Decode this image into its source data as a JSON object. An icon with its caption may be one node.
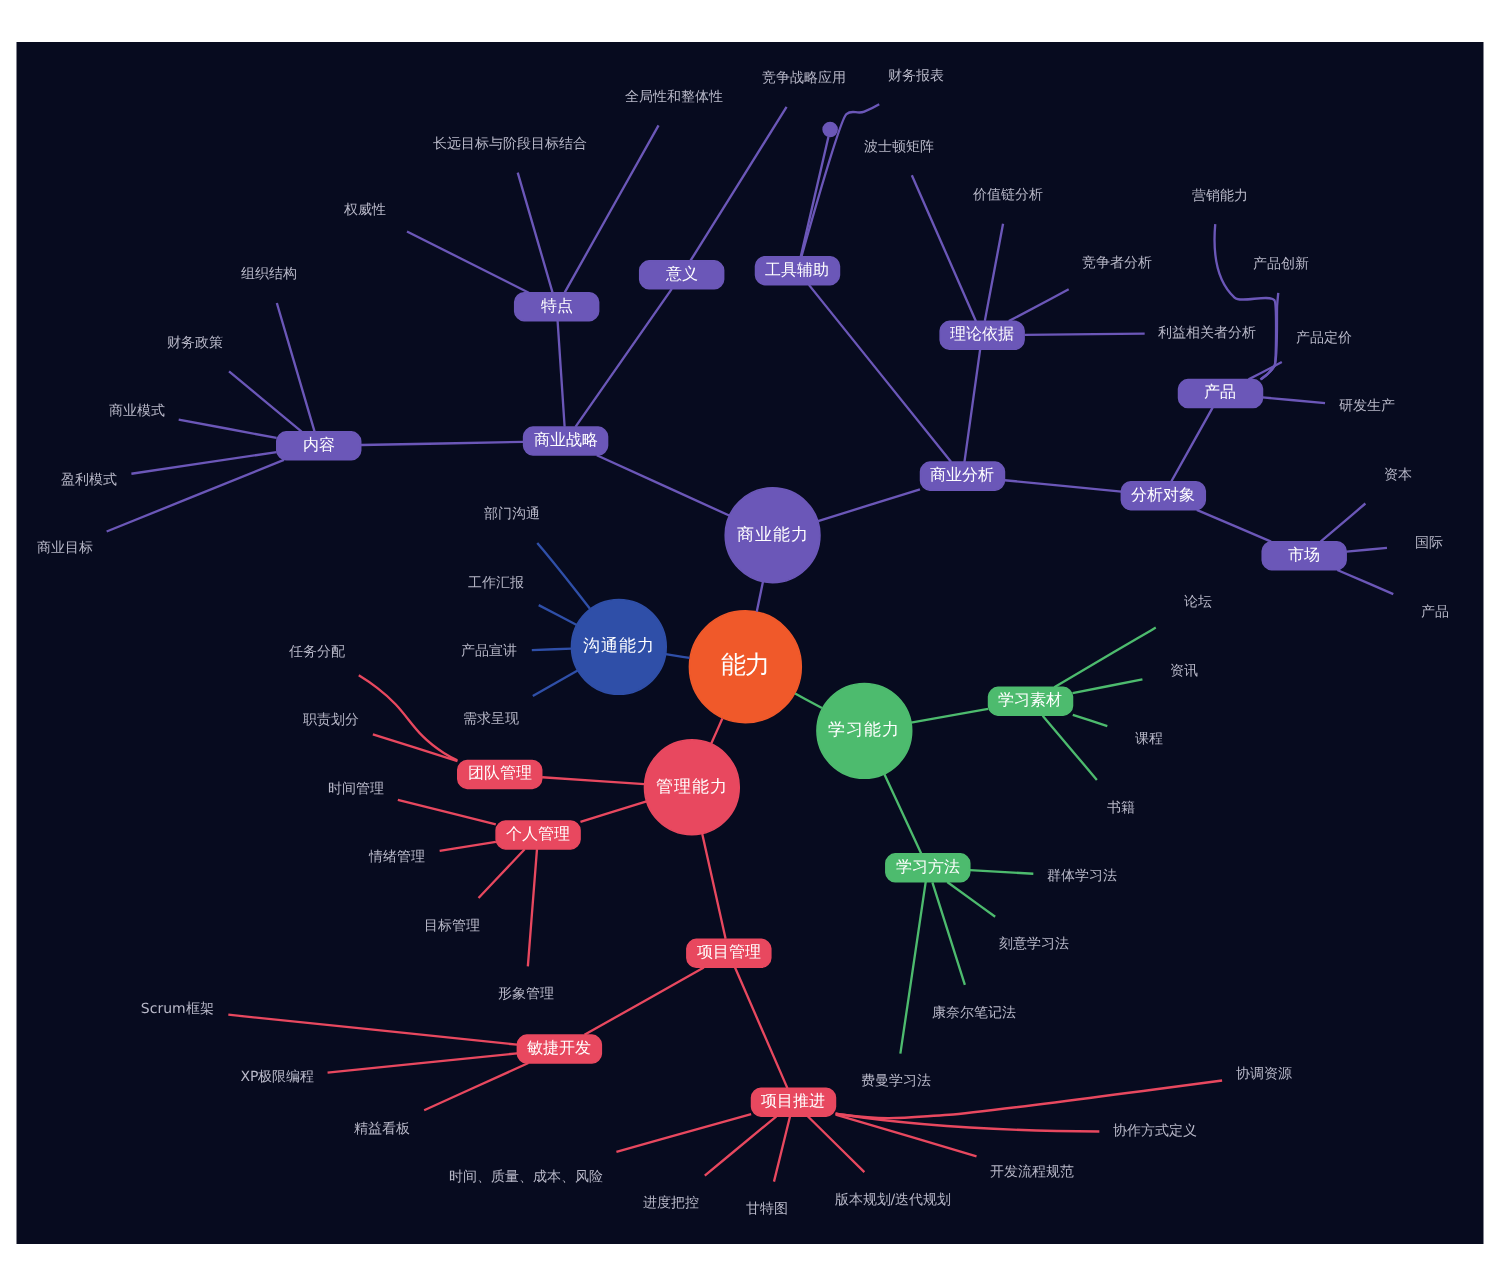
{
  "diagram": {
    "nodes": [
      {
        "text": [
          "能力"
        ]
      },
      {
        "text": [
          "商业能力"
        ]
      },
      {
        "text": [
          "商业分析"
        ]
      },
      {
        "text": [
          "分析对象"
        ]
      },
      {
        "text": [
          "市场"
        ]
      },
      {
        "text": [
          "产品"
        ]
      },
      {
        "text": [
          "国际"
        ]
      },
      {
        "text": [
          "资本"
        ]
      },
      {
        "text": [
          "产品"
        ]
      },
      {
        "text": [
          "研发生产"
        ]
      },
      {
        "text": [
          "产品定价"
        ]
      },
      {
        "text": [
          "产品创新"
        ]
      },
      {
        "text": [
          "营销能力"
        ]
      },
      {
        "text": [
          "理论依据"
        ]
      },
      {
        "text": [
          "利益相关者分析"
        ]
      },
      {
        "text": [
          "竞争者分析"
        ]
      },
      {
        "text": [
          "价值链分析"
        ]
      },
      {
        "text": [
          "波士顿矩阵"
        ]
      },
      {
        "text": [
          "工具辅助"
        ]
      },
      {
        "text": [],
        "shape": "circle"
      },
      {
        "text": [
          "财务报表"
        ]
      },
      {
        "text": [
          "商业战略"
        ]
      },
      {
        "text": [
          "意义"
        ]
      },
      {
        "text": [
          "竞争战略应用"
        ]
      },
      {
        "text": [
          "特点"
        ]
      },
      {
        "text": [
          "全局性和整体性"
        ]
      },
      {
        "text": [
          "长远目标与阶段目标结合"
        ]
      },
      {
        "text": [
          "权威性"
        ]
      },
      {
        "text": [
          "内容"
        ]
      },
      {
        "text": [
          "组织结构"
        ]
      },
      {
        "text": [
          "财务政策"
        ]
      },
      {
        "text": [
          "商业模式"
        ]
      },
      {
        "text": [
          "盈利模式"
        ]
      },
      {
        "text": [
          "商业目标"
        ]
      },
      {
        "text": [
          "沟通能力"
        ]
      },
      {
        "text": [
          "部门沟通"
        ]
      },
      {
        "text": [
          "工作汇报"
        ]
      },
      {
        "text": [
          "产品宣讲"
        ]
      },
      {
        "text": [
          "需求呈现"
        ]
      },
      {
        "text": [
          "管理能力"
        ]
      },
      {
        "text": [
          "团队管理"
        ]
      },
      {
        "text": [
          "任务分配"
        ]
      },
      {
        "text": [
          "职责划分"
        ]
      },
      {
        "text": [
          "个人管理"
        ]
      },
      {
        "text": [
          "时间管理"
        ]
      },
      {
        "text": [
          "情绪管理"
        ]
      },
      {
        "text": [
          "目标管理"
        ]
      },
      {
        "text": [
          "形象管理"
        ]
      },
      {
        "text": [
          "项目管理"
        ]
      },
      {
        "text": [
          "敏捷开发"
        ]
      },
      {
        "text": [
          "Scrum框架"
        ]
      },
      {
        "text": [
          "XP极限编程"
        ]
      },
      {
        "text": [
          "精益看板"
        ]
      },
      {
        "text": [
          "项目推进"
        ]
      },
      {
        "text": [
          "时间、质量、成本、风险"
        ]
      },
      {
        "text": [
          "进度把控"
        ]
      },
      {
        "text": [
          "甘特图"
        ]
      },
      {
        "text": [
          "版本规划/迭代规划"
        ]
      },
      {
        "text": [
          "开发流程规范"
        ]
      },
      {
        "text": [
          "协作方式定义"
        ]
      },
      {
        "text": [
          "协调资源"
        ]
      },
      {
        "text": [
          "学习能力"
        ]
      },
      {
        "text": [
          "学习方法"
        ]
      },
      {
        "text": [
          "费曼学习法"
        ]
      },
      {
        "text": [
          "康奈尔笔记法"
        ]
      },
      {
        "text": [
          "刻意学习法"
        ]
      },
      {
        "text": [
          "群体学习法"
        ]
      },
      {
        "text": [
          "学习素材"
        ]
      },
      {
        "text": [
          "书籍"
        ]
      },
      {
        "text": [
          "课程"
        ]
      },
      {
        "text": [
          "资讯"
        ]
      },
      {
        "text": [
          "论坛"
        ]
      }
    ],
    "edges": [
      {
        "from": 0,
        "to": 1,
        "arrow": "none"
      },
      {
        "from": 1,
        "to": 2,
        "arrow": "none"
      },
      {
        "from": 2,
        "to": 3,
        "arrow": "none"
      },
      {
        "from": 3,
        "to": 4,
        "arrow": "none"
      },
      {
        "from": 4,
        "to": 5,
        "arrow": "none"
      },
      {
        "from": 4,
        "to": 6,
        "arrow": "none"
      },
      {
        "from": 4,
        "to": 7,
        "arrow": "none"
      },
      {
        "from": 3,
        "to": 8,
        "arrow": "none"
      },
      {
        "from": 8,
        "to": 9,
        "arrow": "none"
      },
      {
        "from": 8,
        "to": 10,
        "arrow": "none"
      },
      {
        "from": 8,
        "to": 11,
        "arrow": "none"
      },
      {
        "from": 8,
        "to": 12,
        "arrow": "none"
      },
      {
        "from": 2,
        "to": 13,
        "arrow": "none"
      },
      {
        "from": 13,
        "to": 14,
        "arrow": "none"
      },
      {
        "from": 13,
        "to": 15,
        "arrow": "none"
      },
      {
        "from": 13,
        "to": 16,
        "arrow": "none"
      },
      {
        "from": 13,
        "to": 17,
        "arrow": "none"
      },
      {
        "from": 2,
        "to": 18,
        "arrow": "none"
      },
      {
        "from": 18,
        "to": 19,
        "arrow": "none"
      },
      {
        "from": 18,
        "to": 20,
        "arrow": "none"
      },
      {
        "from": 1,
        "to": 21,
        "arrow": "none"
      },
      {
        "from": 21,
        "to": 22,
        "arrow": "none"
      },
      {
        "from": 22,
        "to": 23,
        "arrow": "none"
      },
      {
        "from": 21,
        "to": 24,
        "arrow": "none"
      },
      {
        "from": 24,
        "to": 25,
        "arrow": "none"
      },
      {
        "from": 24,
        "to": 26,
        "arrow": "none"
      },
      {
        "from": 24,
        "to": 27,
        "arrow": "none"
      },
      {
        "from": 21,
        "to": 28,
        "arrow": "none"
      },
      {
        "from": 28,
        "to": 29,
        "arrow": "none"
      },
      {
        "from": 28,
        "to": 30,
        "arrow": "none"
      },
      {
        "from": 28,
        "to": 31,
        "arrow": "none"
      },
      {
        "from": 28,
        "to": 32,
        "arrow": "none"
      },
      {
        "from": 28,
        "to": 33,
        "arrow": "none"
      },
      {
        "from": 0,
        "to": 34,
        "arrow": "none",
        "color": "#2f4fa8"
      },
      {
        "from": 34,
        "to": 35,
        "arrow": "none",
        "color": "#2f4fa8"
      },
      {
        "from": 34,
        "to": 36,
        "arrow": "none",
        "color": "#2f4fa8"
      },
      {
        "from": 34,
        "to": 37,
        "arrow": "none",
        "color": "#2f4fa8"
      },
      {
        "from": 34,
        "to": 38,
        "arrow": "none",
        "color": "#2f4fa8"
      },
      {
        "from": 0,
        "to": 39,
        "arrow": "none",
        "color": "#e8485f"
      },
      {
        "from": 39,
        "to": 40,
        "arrow": "none",
        "color": "#e8485f"
      },
      {
        "from": 40,
        "to": 41,
        "arrow": "none",
        "color": "#e8485f"
      },
      {
        "from": 40,
        "to": 42,
        "arrow": "none",
        "color": "#e8485f"
      },
      {
        "from": 39,
        "to": 43,
        "arrow": "none",
        "color": "#e8485f"
      },
      {
        "from": 43,
        "to": 44,
        "arrow": "none",
        "color": "#e8485f"
      },
      {
        "from": 43,
        "to": 45,
        "arrow": "none",
        "color": "#e8485f"
      },
      {
        "from": 43,
        "to": 46,
        "arrow": "none",
        "color": "#e8485f"
      },
      {
        "from": 43,
        "to": 47,
        "arrow": "none",
        "color": "#e8485f"
      },
      {
        "from": 39,
        "to": 48,
        "arrow": "none",
        "color": "#e8485f"
      },
      {
        "from": 48,
        "to": 49,
        "arrow": "none",
        "color": "#e8485f"
      },
      {
        "from": 49,
        "to": 50,
        "arrow": "none",
        "color": "#e8485f"
      },
      {
        "from": 49,
        "to": 51,
        "arrow": "none",
        "color": "#e8485f"
      },
      {
        "from": 49,
        "to": 52,
        "arrow": "none",
        "color": "#e8485f"
      },
      {
        "from": 48,
        "to": 53,
        "arrow": "none",
        "color": "#e8485f"
      },
      {
        "from": 53,
        "to": 54,
        "arrow": "none",
        "color": "#e8485f"
      },
      {
        "from": 53,
        "to": 55,
        "arrow": "none",
        "color": "#e8485f"
      },
      {
        "from": 53,
        "to": 56,
        "arrow": "none",
        "color": "#e8485f"
      },
      {
        "from": 53,
        "to": 57,
        "arrow": "none",
        "color": "#e8485f"
      },
      {
        "from": 53,
        "to": 58,
        "arrow": "none",
        "color": "#e8485f"
      },
      {
        "from": 53,
        "to": 59,
        "arrow": "none",
        "color": "#e8485f"
      },
      {
        "from": 53,
        "to": 60,
        "arrow": "none",
        "color": "#e8485f"
      },
      {
        "from": 0,
        "to": 61,
        "arrow": "none",
        "color": "#4dbb6e"
      },
      {
        "from": 61,
        "to": 62,
        "arrow": "none",
        "color": "#4dbb6e"
      },
      {
        "from": 62,
        "to": 63,
        "arrow": "none",
        "color": "#4dbb6e"
      },
      {
        "from": 62,
        "to": 64,
        "arrow": "none",
        "color": "#4dbb6e"
      },
      {
        "from": 62,
        "to": 65,
        "arrow": "none",
        "color": "#4dbb6e"
      },
      {
        "from": 62,
        "to": 66,
        "arrow": "none",
        "color": "#4dbb6e"
      },
      {
        "from": 61,
        "to": 67,
        "arrow": "none",
        "color": "#4dbb6e"
      },
      {
        "from": 67,
        "to": 68,
        "arrow": "none",
        "color": "#4dbb6e"
      },
      {
        "from": 67,
        "to": 69,
        "arrow": "none",
        "color": "#4dbb6e"
      },
      {
        "from": 67,
        "to": 70,
        "arrow": "none",
        "color": "#4dbb6e"
      },
      {
        "from": 67,
        "to": 71,
        "arrow": "none",
        "color": "#4dbb6e"
      }
    ]
  }
}
